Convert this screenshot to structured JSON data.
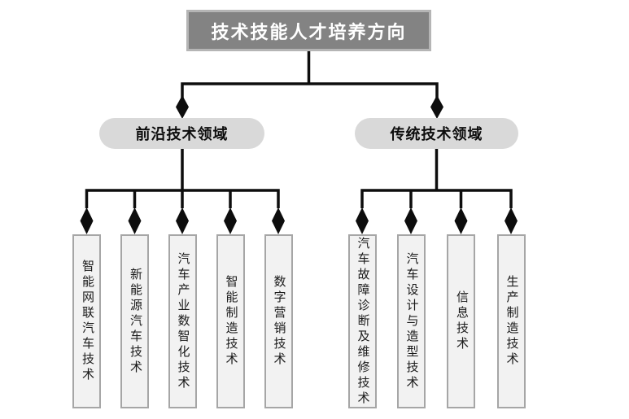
{
  "title": {
    "label": "技术技能人才培养方向"
  },
  "branches": [
    {
      "label": "前沿技术领域",
      "children": [
        {
          "label": "智能网联汽车技术"
        },
        {
          "label": "新能源汽车技术"
        },
        {
          "label": "汽车产业数智化技术"
        },
        {
          "label": "智能制造技术"
        },
        {
          "label": "数字营销技术"
        }
      ]
    },
    {
      "label": "传统技术领域",
      "children": [
        {
          "label": "汽车故障诊断及维修技术"
        },
        {
          "label": "汽车设计与造型技术"
        },
        {
          "label": "信息技术"
        },
        {
          "label": "生产制造技术"
        }
      ]
    }
  ],
  "colors": {
    "root_fill": "#838383",
    "root_border": "#b5b5b5",
    "root_text": "#ffffff",
    "branch_fill": "#d9d9d9",
    "leaf_fill": "#f2f2f2",
    "leaf_border": "#a6a6a6",
    "line": "#0d0d0d"
  }
}
